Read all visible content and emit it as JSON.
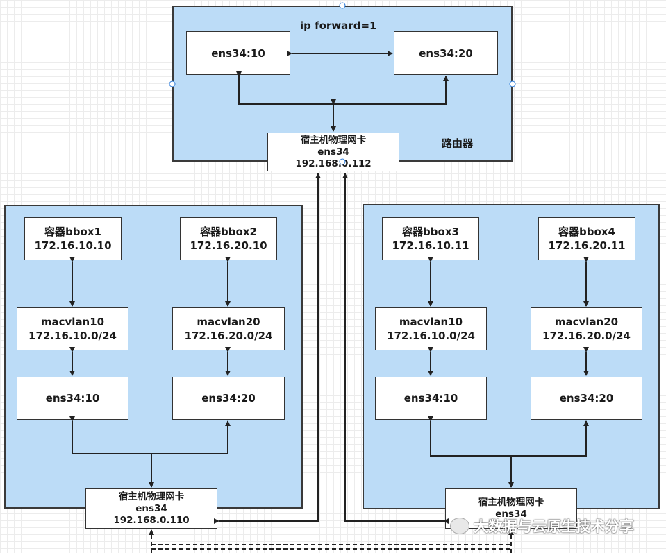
{
  "router": {
    "title": "ip forward=1",
    "label": "路由器",
    "if_left": "ens34:10",
    "if_right": "ens34:20",
    "nic": {
      "line1": "宿主机物理网卡",
      "line2": "ens34",
      "line3": "192.168.0.112"
    }
  },
  "host_left": {
    "containers": [
      {
        "name": "容器bbox1",
        "ip": "172.16.10.10"
      },
      {
        "name": "容器bbox2",
        "ip": "172.16.20.10"
      }
    ],
    "macvlans": [
      {
        "name": "macvlan10",
        "subnet": "172.16.10.0/24"
      },
      {
        "name": "macvlan20",
        "subnet": "172.16.20.0/24"
      }
    ],
    "subifs": [
      "ens34:10",
      "ens34:20"
    ],
    "nic": {
      "line1": "宿主机物理网卡",
      "line2": "ens34",
      "line3": "192.168.0.110"
    }
  },
  "host_right": {
    "containers": [
      {
        "name": "容器bbox3",
        "ip": "172.16.10.11"
      },
      {
        "name": "容器bbox4",
        "ip": "172.16.20.11"
      }
    ],
    "macvlans": [
      {
        "name": "macvlan10",
        "subnet": "172.16.10.0/24"
      },
      {
        "name": "macvlan20",
        "subnet": "172.16.20.0/24"
      }
    ],
    "subifs": [
      "ens34:10",
      "ens34:20"
    ],
    "nic": {
      "line1": "宿主机物理网卡",
      "line2": "ens34",
      "line3": ""
    }
  },
  "watermark": {
    "text": "大数据与云原生技术分享",
    "icon": "wechat-icon"
  },
  "colors": {
    "region_fill": "#bcdcf7",
    "border": "#333333",
    "handle": "#2b7bd9"
  }
}
